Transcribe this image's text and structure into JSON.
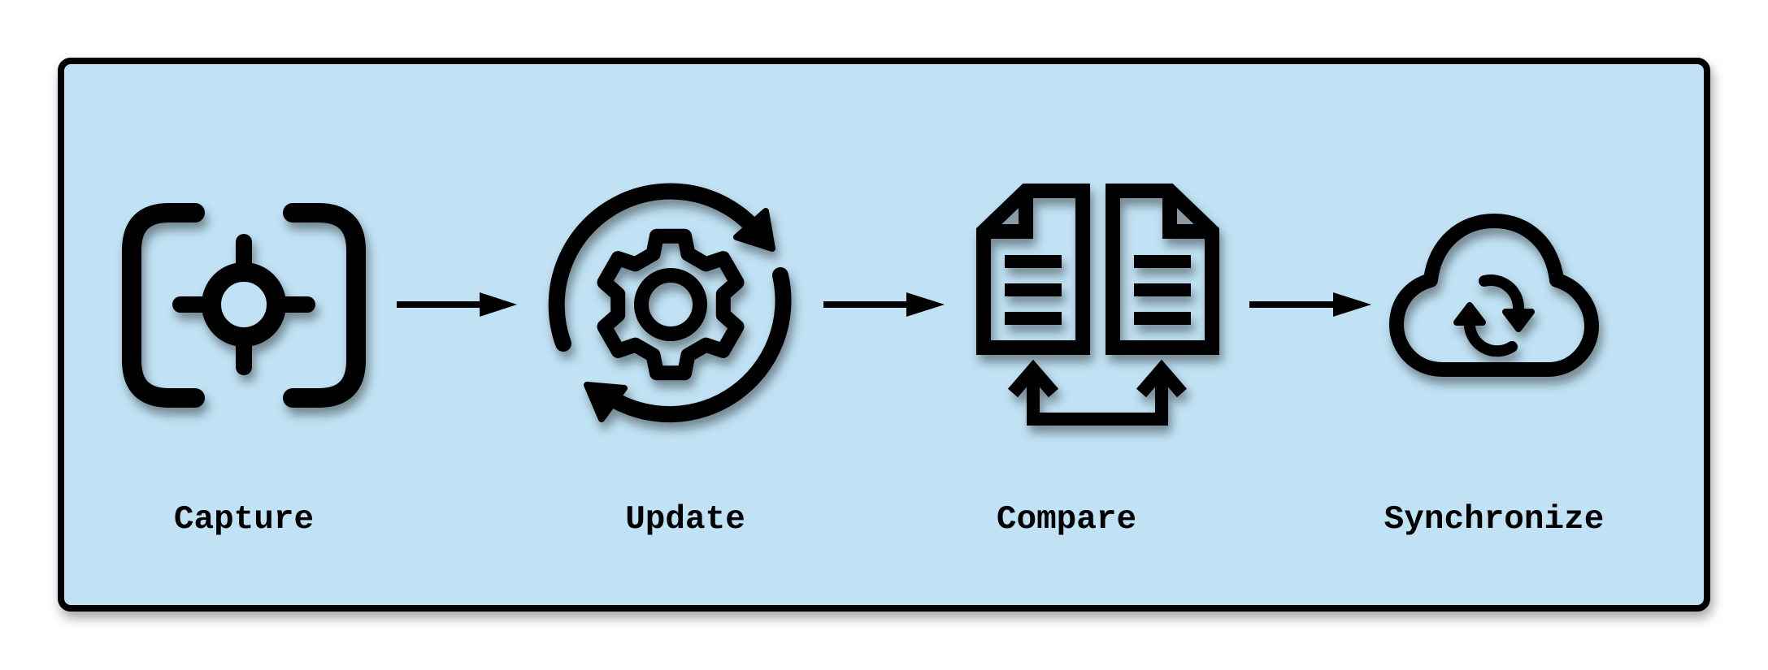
{
  "diagram": {
    "background_color": "#c0e2f4",
    "border_color": "#000000",
    "steps": [
      {
        "label": "Capture",
        "icon": "capture-crosshair-icon"
      },
      {
        "label": "Update",
        "icon": "gear-refresh-icon"
      },
      {
        "label": "Compare",
        "icon": "compare-documents-icon"
      },
      {
        "label": "Synchronize",
        "icon": "cloud-sync-icon"
      }
    ],
    "connector_icon": "arrow-right-icon"
  }
}
